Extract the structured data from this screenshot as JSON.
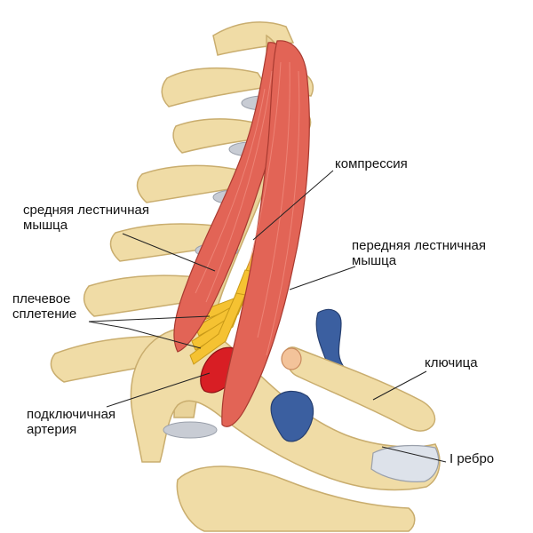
{
  "labels": {
    "kompressiya": "компрессия",
    "srednyaya_1": "средняя лестничная",
    "srednyaya_2": "мышца",
    "perednyaya_1": "передняя лестничная",
    "perednyaya_2": "мышца",
    "pleche_1": "плечевое",
    "pleche_2": "сплетение",
    "klyuchitsa": "ключица",
    "artery_1": "подключичная",
    "artery_2": "артерия",
    "rib": "I ребро"
  },
  "colors": {
    "bone": "#f0dca6",
    "bone_shade": "#c9ad6e",
    "disc": "#c8ccd4",
    "muscle": "#e26456",
    "muscle_light": "#f08b7d",
    "nerve": "#f5c232",
    "artery": "#d81e24",
    "vein": "#3b5fa0",
    "leader": "#222222"
  }
}
